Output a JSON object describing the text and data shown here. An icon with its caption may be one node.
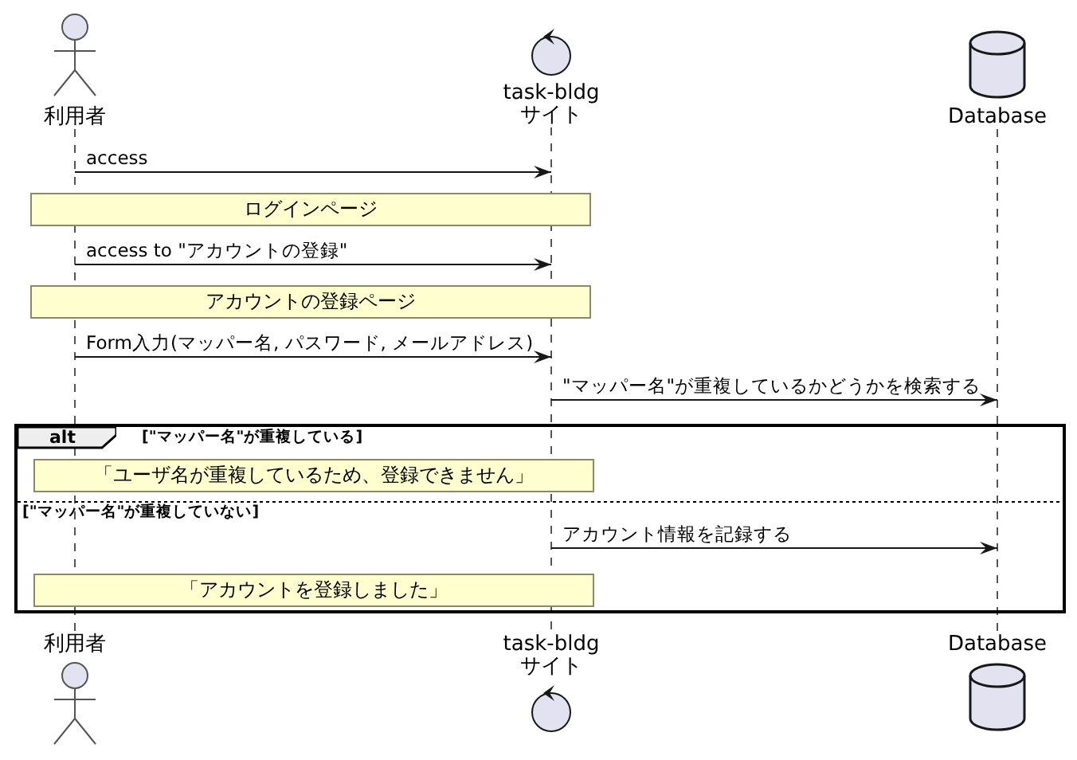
{
  "diagram": {
    "nodes": [
      {
        "text": [
          "利用者"
        ]
      },
      {
        "text": [
          "task-bldg サイト"
        ]
      },
      {
        "text": [
          "Database"
        ]
      },
      {
        "text": [],
        "shape": "line"
      },
      {
        "text": [],
        "shape": "line"
      },
      {
        "text": [],
        "shape": "line"
      },
      {
        "text": [
          "ログインページ"
        ]
      },
      {
        "text": [
          "アカウントの登録ページ"
        ]
      },
      {
        "text": [
          "alt",
          "[\"マッパー名\"が重複している]",
          "[\"マッパー名\"が重複していない]"
        ]
      },
      {
        "text": [
          "「ユーザ名が重複しているため、登録できません」"
        ],
        "in": 8
      },
      {
        "text": [
          "「アカウントを登録しました」"
        ],
        "in": 8
      },
      {
        "text": [
          "利用者"
        ]
      },
      {
        "text": [
          "task-bldg サイト"
        ]
      },
      {
        "text": [
          "Database"
        ]
      }
    ],
    "edges": [
      {
        "from": 3,
        "to": 4,
        "arrow": "to",
        "label": "access"
      },
      {
        "from": 3,
        "to": 4,
        "arrow": "to",
        "label": "access to \"アカウントの登録\""
      },
      {
        "from": 3,
        "to": 4,
        "arrow": "to",
        "label": "Form入力(マッパー名, パスワード, メールアドレス)"
      },
      {
        "from": 4,
        "to": 5,
        "arrow": "to",
        "label": "\"マッパー名\"が重複しているかどうかを検索する"
      },
      {
        "from": 4,
        "to": 5,
        "arrow": "to",
        "label": "アカウント情報を記録する"
      }
    ]
  }
}
